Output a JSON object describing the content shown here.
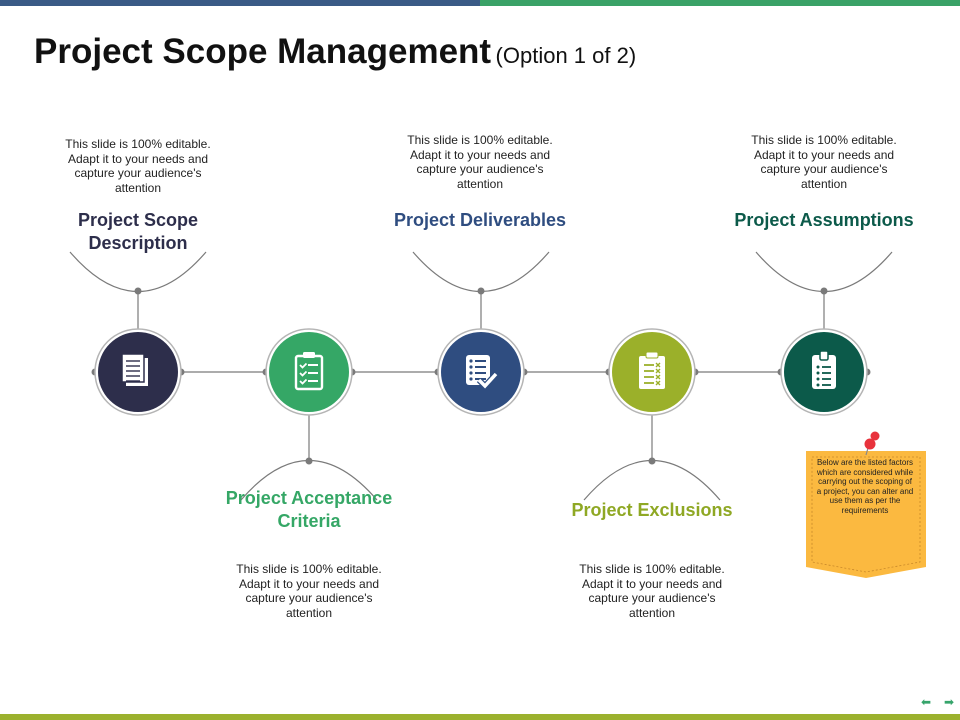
{
  "title": {
    "main": "Project Scope Management",
    "sub": "(Option 1 of 2)"
  },
  "colors": {
    "top_bar_left": "#3a5a86",
    "top_bar_right": "#3aa267",
    "bottom_bar": "#9bb12e",
    "connector": "#7a7a7a",
    "note_fill": "#fbb940",
    "pin": "#e8323c",
    "nav_arrows": "#36a46b"
  },
  "steps": [
    {
      "label": "Project Scope Description",
      "description": "This slide is 100% editable. Adapt it to your needs and capture your audience's attention",
      "color": "#2d2e4b",
      "label_color": "#2d2e4b",
      "icon": "document-icon"
    },
    {
      "label": "Project Acceptance Criteria",
      "description": "This slide is 100% editable. Adapt it to your needs and capture your audience's attention",
      "color": "#35a766",
      "label_color": "#35a766",
      "icon": "checklist-clipboard-icon"
    },
    {
      "label": "Project Deliverables",
      "description": "This slide is 100% editable. Adapt it to your needs and capture your audience's attention",
      "color": "#2f4d80",
      "label_color": "#2f4d80",
      "icon": "list-check-icon"
    },
    {
      "label": "Project Exclusions",
      "description": "This slide is 100% editable. Adapt it to your needs and capture your audience's attention",
      "color": "#9bb02a",
      "label_color": "#8fa824",
      "icon": "exclusion-clipboard-icon"
    },
    {
      "label": "Project Assumptions",
      "description": "This slide is 100% editable. Adapt it to your needs and capture your audience's attention",
      "color": "#0c5a4a",
      "label_color": "#0c5a4a",
      "icon": "clipboard-list-icon"
    }
  ],
  "note": {
    "text": "Below are the listed factors which are considered while carrying out the scoping of a project, you can alter and use them as per the requirements"
  },
  "nav": {
    "prev": "⬅",
    "next": "➡"
  }
}
